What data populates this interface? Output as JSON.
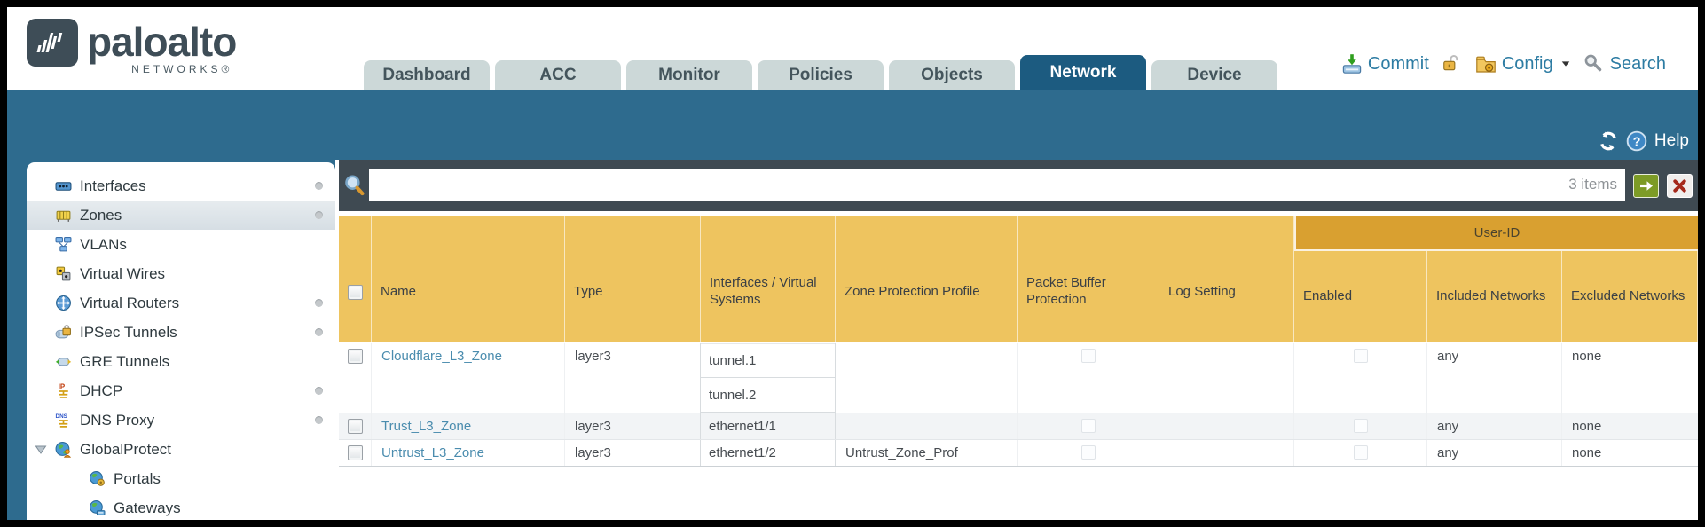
{
  "header": {
    "brand": {
      "name": "paloalto",
      "subtitle": "NETWORKS®",
      "icon": "paloalto-logo-icon"
    },
    "tabs": [
      {
        "label": "Dashboard",
        "active": false
      },
      {
        "label": "ACC",
        "active": false
      },
      {
        "label": "Monitor",
        "active": false
      },
      {
        "label": "Policies",
        "active": false
      },
      {
        "label": "Objects",
        "active": false
      },
      {
        "label": "Network",
        "active": true
      },
      {
        "label": "Device",
        "active": false
      }
    ],
    "toolbar": [
      {
        "name": "commit-button",
        "label": "Commit",
        "icon": "commit-icon"
      },
      {
        "name": "lock-button",
        "label": "",
        "icon": "lock-icon"
      },
      {
        "name": "config-menu-button",
        "label": "Config",
        "icon": "config-icon",
        "caret": true
      },
      {
        "name": "search-button",
        "label": "Search",
        "icon": "search-icon"
      }
    ]
  },
  "subheader": {
    "help_label": "Help",
    "icons": [
      "refresh-icon",
      "help-icon"
    ]
  },
  "sidebar": {
    "items": [
      {
        "label": "Interfaces",
        "icon": "interfaces-icon",
        "dot": true
      },
      {
        "label": "Zones",
        "icon": "zones-icon",
        "dot": true,
        "selected": true
      },
      {
        "label": "VLANs",
        "icon": "vlans-icon"
      },
      {
        "label": "Virtual Wires",
        "icon": "virtual-wires-icon"
      },
      {
        "label": "Virtual Routers",
        "icon": "virtual-routers-icon",
        "dot": true
      },
      {
        "label": "IPSec Tunnels",
        "icon": "ipsec-tunnels-icon",
        "dot": true
      },
      {
        "label": "GRE Tunnels",
        "icon": "gre-tunnels-icon"
      },
      {
        "label": "DHCP",
        "icon": "dhcp-icon",
        "dot": true
      },
      {
        "label": "DNS Proxy",
        "icon": "dns-proxy-icon",
        "dot": true
      },
      {
        "label": "GlobalProtect",
        "icon": "globalprotect-icon",
        "expanded": true
      },
      {
        "label": "Portals",
        "icon": "portals-icon",
        "child": true
      },
      {
        "label": "Gateways",
        "icon": "gateways-icon",
        "child": true
      }
    ]
  },
  "filterbar": {
    "search_icon": "magnifier-icon",
    "count_label": "3 items",
    "buttons": [
      {
        "name": "apply-filter-button",
        "icon": "arrow-right-icon"
      },
      {
        "name": "clear-filter-button",
        "icon": "close-icon"
      }
    ]
  },
  "table": {
    "group_header": "User-ID",
    "columns": [
      "",
      "Name",
      "Type",
      "Interfaces / Virtual Systems",
      "Zone Protection Profile",
      "Packet Buffer Protection",
      "Log Setting",
      "Enabled",
      "Included Networks",
      "Excluded Networks"
    ],
    "rows": [
      {
        "name": "Cloudflare_L3_Zone",
        "type": "layer3",
        "interfaces": [
          "tunnel.1",
          "tunnel.2"
        ],
        "zone_protection_profile": "",
        "packet_buffer_protection": false,
        "log_setting": "",
        "user_id_enabled": false,
        "included_networks": "any",
        "excluded_networks": "none"
      },
      {
        "name": "Trust_L3_Zone",
        "type": "layer3",
        "interfaces": [
          "ethernet1/1"
        ],
        "zone_protection_profile": "",
        "packet_buffer_protection": false,
        "log_setting": "",
        "user_id_enabled": false,
        "included_networks": "any",
        "excluded_networks": "none"
      },
      {
        "name": "Untrust_L3_Zone",
        "type": "layer3",
        "interfaces": [
          "ethernet1/2"
        ],
        "zone_protection_profile": "Untrust_Zone_Prof",
        "packet_buffer_protection": false,
        "log_setting": "",
        "user_id_enabled": false,
        "included_networks": "any",
        "excluded_networks": "none"
      }
    ]
  },
  "colors": {
    "teal_band": "#2e6b8e",
    "active_tab": "#1c5b80",
    "filter_bar": "#3f4a52",
    "table_header": "#eec45f",
    "group_band": "#d9a030",
    "link": "#4a8cae"
  }
}
